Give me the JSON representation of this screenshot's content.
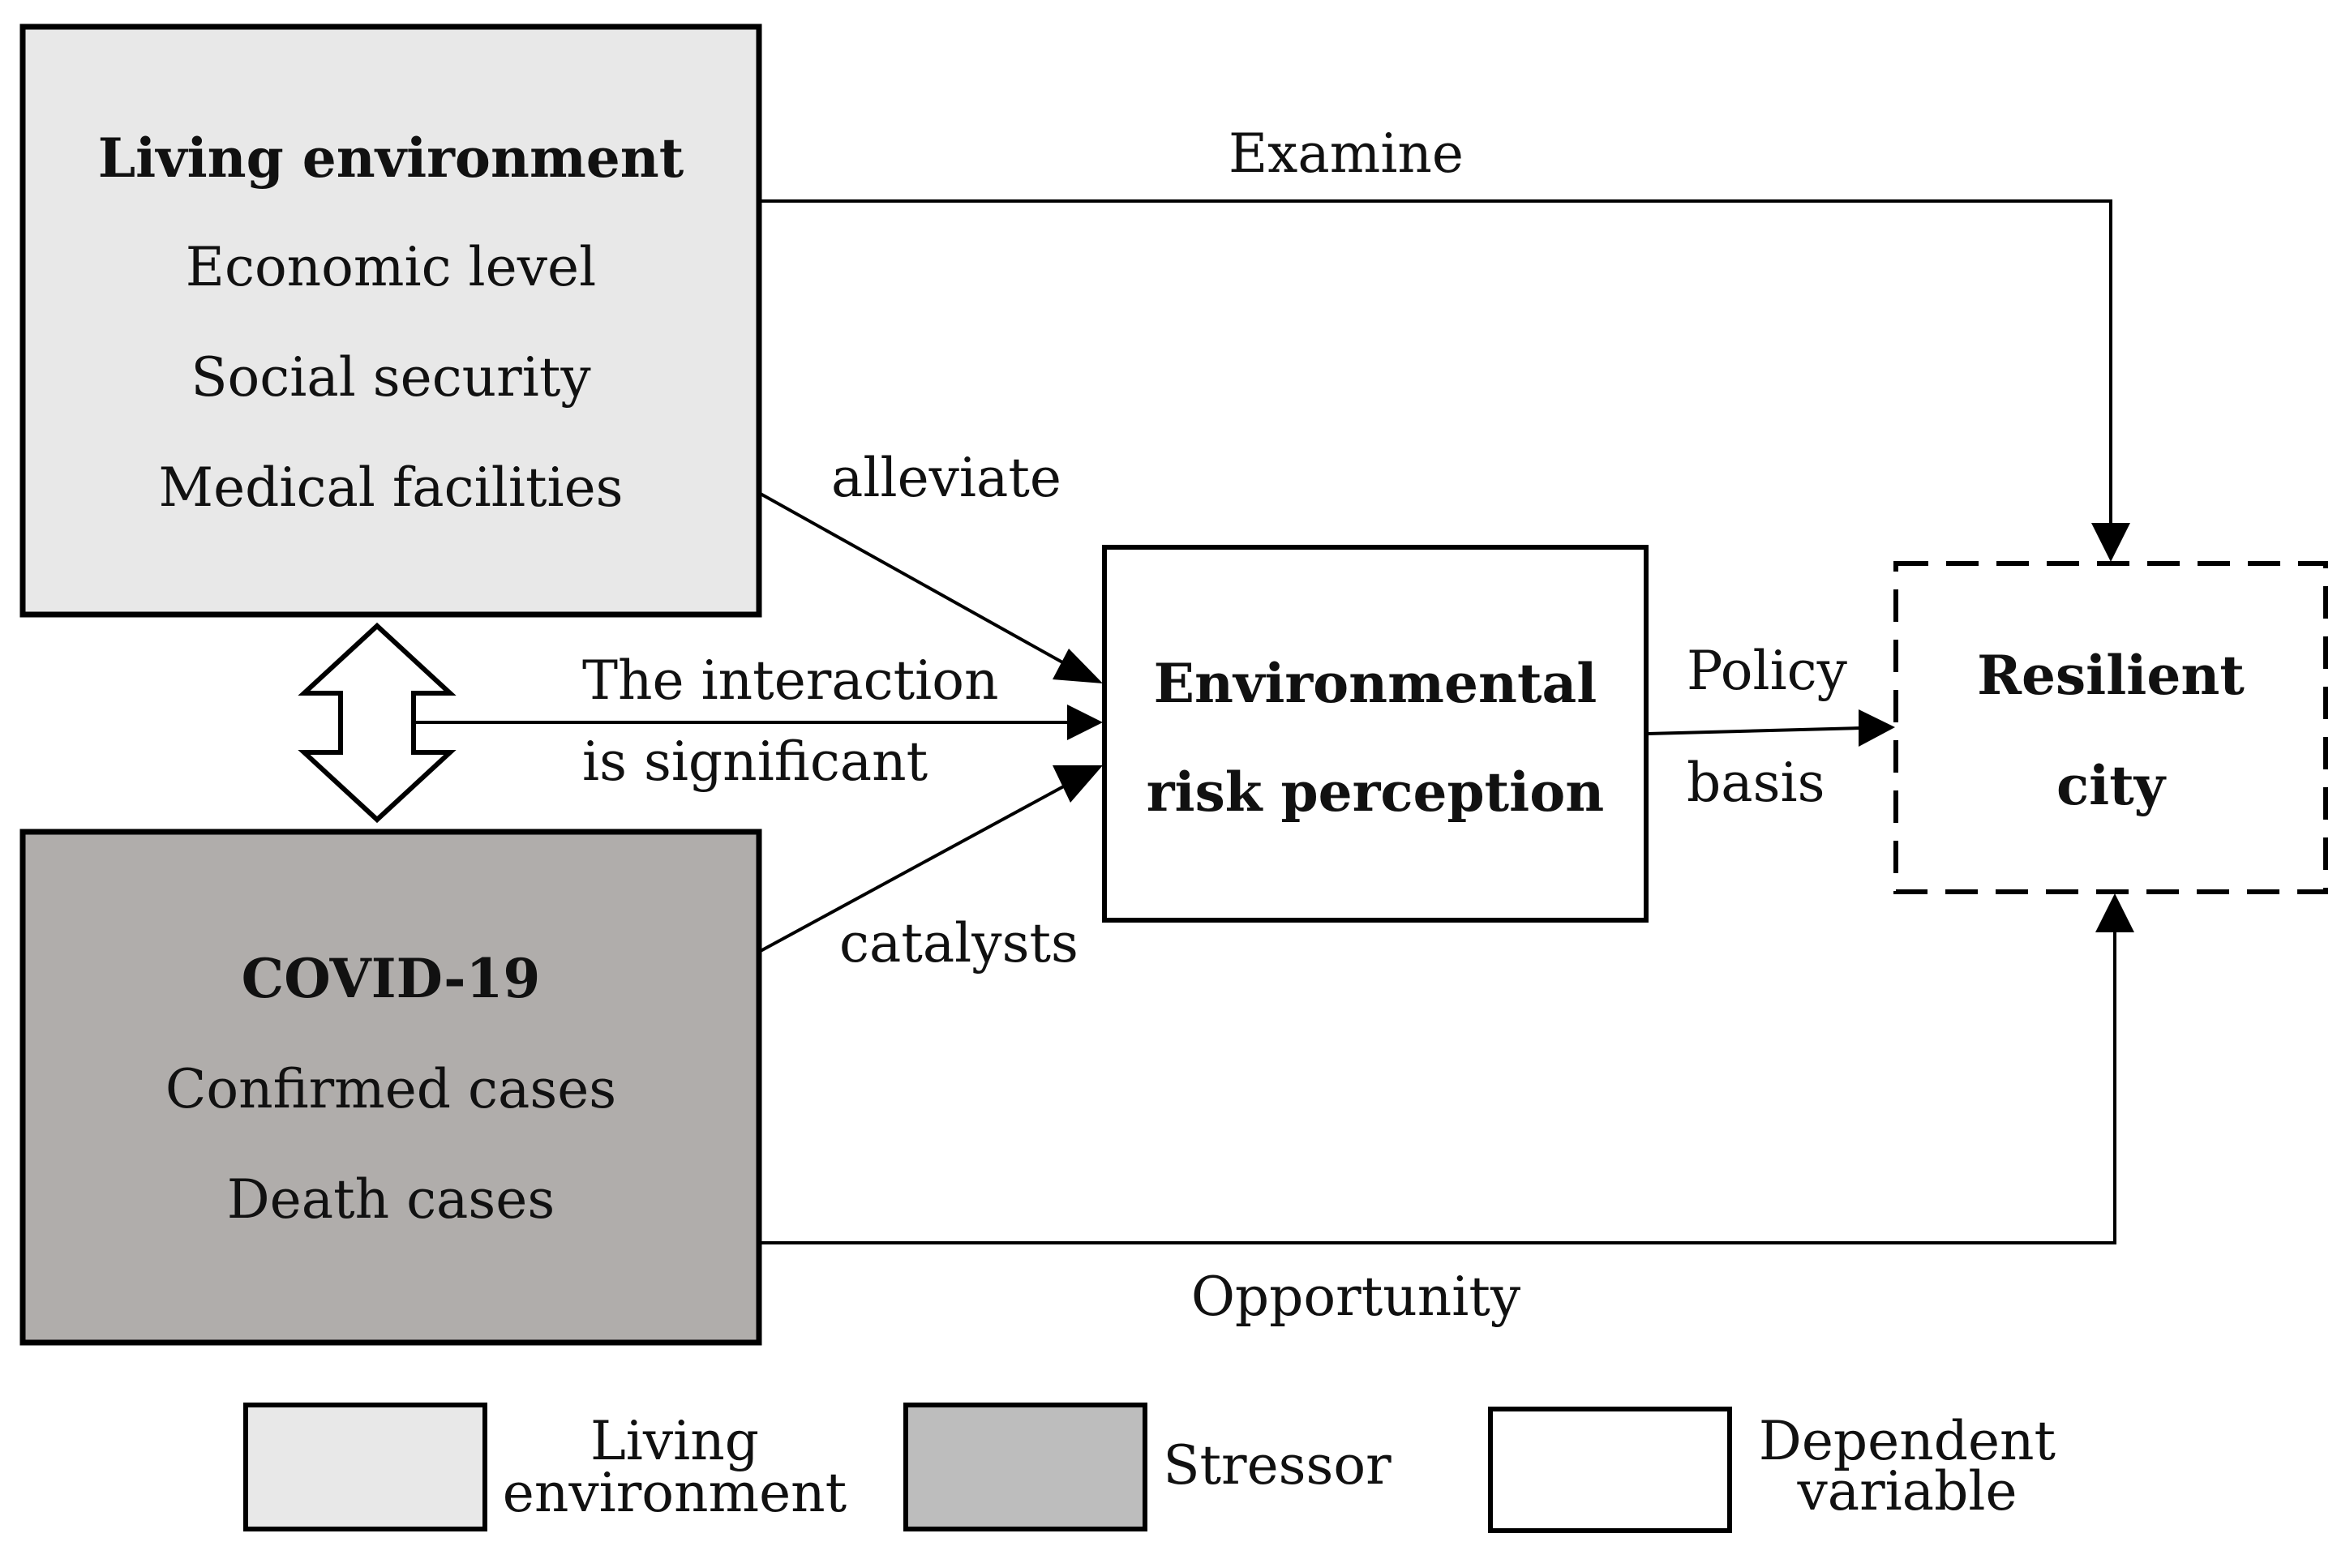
{
  "nodes": {
    "living": {
      "title": "Living environment",
      "items": [
        "Economic level",
        "Social security",
        "Medical facilities"
      ],
      "fill": "#e8e8e8"
    },
    "covid": {
      "title": "COVID-19",
      "items": [
        "Confirmed cases",
        "Death cases"
      ],
      "fill": "#b0adab"
    },
    "risk": {
      "title_line1": "Environmental",
      "title_line2": "risk perception",
      "fill": "#ffffff"
    },
    "resilient": {
      "title_line1": "Resilient",
      "title_line2": "city",
      "fill": "#ffffff",
      "border": "dashed"
    }
  },
  "edges": {
    "examine": "Examine",
    "alleviate": "alleviate",
    "interaction_line1": "The interaction",
    "interaction_line2": "is significant",
    "catalysts": "catalysts",
    "policy_line1": "Policy",
    "policy_line2": "basis",
    "opportunity": "Opportunity"
  },
  "legend": [
    {
      "label_line1": "Living",
      "label_line2": "environment",
      "fill": "#e8e8e8"
    },
    {
      "label_line1": "Stressor",
      "label_line2": "",
      "fill": "#bdbdbd"
    },
    {
      "label_line1": "Dependent",
      "label_line2": "variable",
      "fill": "#ffffff"
    }
  ]
}
